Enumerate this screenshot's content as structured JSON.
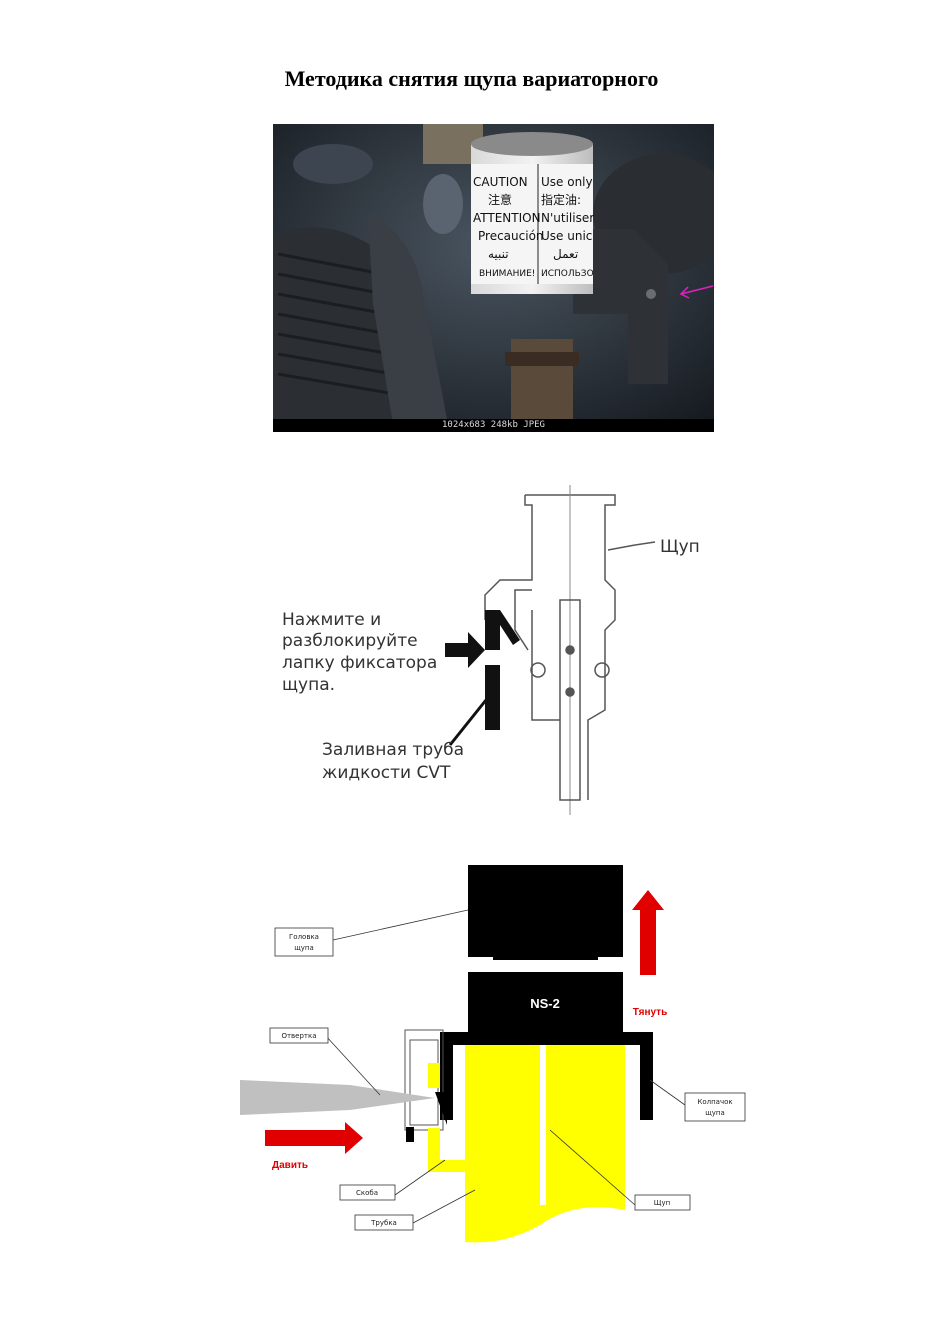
{
  "page": {
    "title": "Методика снятия щупа вариаторного"
  },
  "photo": {
    "caption": "1024x683  248kb  JPEG",
    "cap_lines_left": [
      "CAUTION",
      "注意",
      "ATTENTION",
      "Precaución",
      "تنبيه",
      "ВНИМАНИЕ!"
    ],
    "cap_lines_right": [
      "Use only",
      "指定油:",
      "N'utiliser",
      "Use unic",
      "تعمل",
      "ИСПОЛЬЗО"
    ],
    "arrow_color": "#e020c0"
  },
  "diagram1": {
    "label_dipstick": "Щуп",
    "press_lines": [
      "Нажмите и",
      "разблокируйте",
      "лапку фиксатора",
      "щупа."
    ],
    "tube_lines": [
      "Заливная труба",
      "жидкости CVT"
    ]
  },
  "diagram2": {
    "head_label": "NS-2",
    "box_head": [
      "Головка",
      "щупа"
    ],
    "box_screwdriver": "Отвертка",
    "box_cap": [
      "Колпачок",
      "щупа"
    ],
    "box_bracket": "Скоба",
    "box_tube": "Трубка",
    "box_dipstick": "Щуп",
    "pull_label": "Тянуть",
    "push_label": "Давить",
    "yellow": "#ffff00",
    "red": "#e00000"
  }
}
